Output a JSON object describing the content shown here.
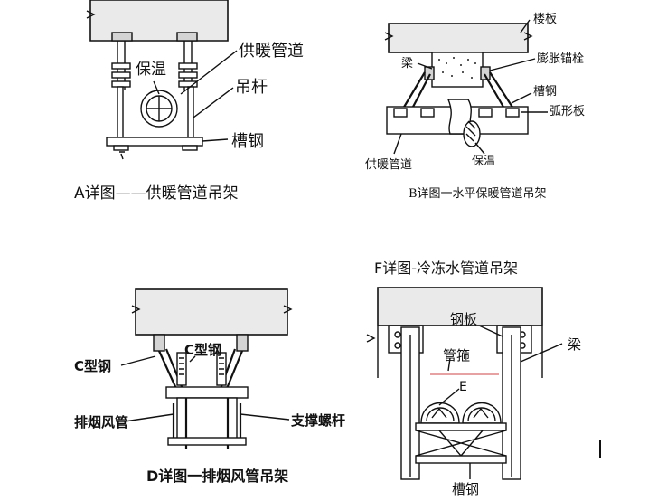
{
  "panelA": {
    "caption": "A详图——供暖管道吊架",
    "labels": {
      "heating_pipe": "供暖管道",
      "insulation": "保温",
      "hanger_rod": "吊杆",
      "channel_steel": "槽钢"
    }
  },
  "panelB": {
    "caption": "B详图一水平保暖管道吊架",
    "labels": {
      "floor_slab": "楼板",
      "beam": "梁",
      "expansion_bolt": "膨胀锚栓",
      "channel_steel": "槽钢",
      "arc_plate": "弧形板",
      "heating_pipe": "供暖管道",
      "insulation": "保温"
    }
  },
  "panelD": {
    "caption": "D详图一排烟风管吊架",
    "labels": {
      "c_steel_left": "C型钢",
      "c_steel_center": "C型钢",
      "smoke_duct": "排烟风管",
      "support_screw": "支撑螺杆"
    }
  },
  "panelF": {
    "caption": "F详图-冷冻水管道吊架",
    "labels": {
      "steel_plate": "钢板",
      "beam": "梁",
      "pipe_clamp": "管箍",
      "e_mark": "E",
      "channel_steel": "槽钢"
    }
  },
  "icons": {
    "cursor": "text-cursor-icon"
  }
}
